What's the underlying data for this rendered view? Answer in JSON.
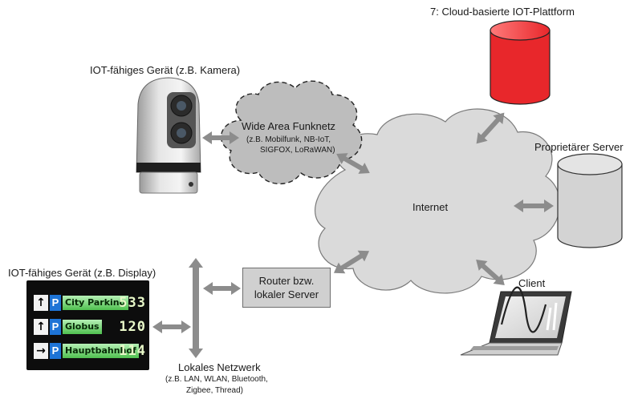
{
  "labels": {
    "cloud_platform": "7: Cloud-basierte IOT-Plattform",
    "camera_device": "IOT-fähiges Gerät (z.B. Kamera)",
    "wan_title": "Wide Area Funknetz",
    "wan_detail_1": "(z.B. Mobilfunk, NB-IoT,",
    "wan_detail_2": "SIGFOX, LoRaWAN)",
    "proprietary_server": "Proprietärer Server",
    "internet": "Internet",
    "display_device": "IOT-fähiges Gerät (z.B. Display)",
    "router_line_1": "Router bzw.",
    "router_line_2": "lokaler Server",
    "client": "Client",
    "lan_title": "Lokales Netzwerk",
    "lan_detail_1": "(z.B. LAN, WLAN, Bluetooth,",
    "lan_detail_2": "Zigbee, Thread)"
  },
  "display": {
    "rows": [
      {
        "arrow": "↑",
        "p": "P",
        "name": "City Parking",
        "count": "533"
      },
      {
        "arrow": "↑",
        "p": "P",
        "name": "Globus",
        "count": "120"
      },
      {
        "arrow": "→",
        "p": "P",
        "name": "Hauptbahnhof",
        "count": "114"
      }
    ]
  },
  "colors": {
    "cloud_db": "#e8272b",
    "server_db": "#d3d3d3",
    "cloud_fill": "#dadada",
    "arrow": "#8c8c8c",
    "router_box": "#d0d0d0"
  }
}
